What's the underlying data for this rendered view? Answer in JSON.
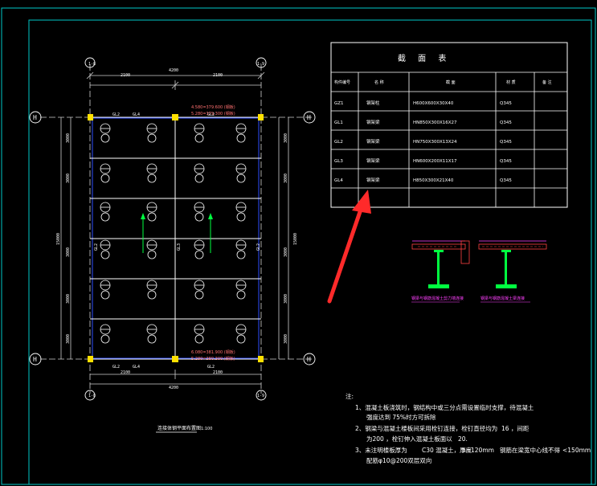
{
  "table": {
    "title": "截 面 表",
    "headers": [
      "构件编号",
      "名 称",
      "截 面",
      "材 质",
      "备 注"
    ],
    "rows": [
      {
        "id": "GZ1",
        "name": "钢架柱",
        "section": "H600X600X30X40",
        "material": "Q345",
        "note": ""
      },
      {
        "id": "GL1",
        "name": "钢架梁",
        "section": "HN850X300X16X27",
        "material": "Q345",
        "note": ""
      },
      {
        "id": "GL2",
        "name": "钢架梁",
        "section": "HN750X300X13X24",
        "material": "Q345",
        "note": ""
      },
      {
        "id": "GL3",
        "name": "钢架梁",
        "section": "HN600X200X11X17",
        "material": "Q345",
        "note": ""
      },
      {
        "id": "GL4",
        "name": "钢架梁",
        "section": "H850X300X21X40",
        "material": "Q345",
        "note": ""
      }
    ]
  },
  "plan": {
    "axis_numbers": {
      "top_left": "1-8",
      "top_right": "1-9",
      "bottom_left": "1-8",
      "bottom_right": "1-9",
      "side_left": "H",
      "side_right": "H",
      "side_left_bottom": "H",
      "side_right_bottom": "H"
    },
    "top_elevation_1": "4.580=379.600 (钢板)",
    "top_elevation_2": "5.280=379.300 (钢板)",
    "bottom_elevation_1": "6.080=381.900 (钢板)",
    "bottom_elevation_2": "5.280=380.300 (钢板)",
    "caption": "连接体钢平面布置图",
    "caption_scale": "1:100"
  },
  "details": {
    "left_caption": "钢梁与钢筋混凝土剪力墙连接",
    "right_caption": "钢梁与钢筋混凝土梁连接"
  },
  "notes": {
    "title": "注:",
    "lines": [
      "1、混凝土板浇筑时，钢结构中或三分点需设置临时支撑，待混凝土",
      "强度达到  75%时方可拆除",
      "2、钢梁与混凝土楼板间采用栓钉连接，栓钉直径均为",
      "16  ，间距",
      "为200  ，栓钉伸入混凝土板面以",
      "20.",
      "3、未注明楼板厚为",
      "C30 混凝土，厚度",
      "h=120mm",
      "钢筋在梁宽中心线不得",
      "<150mm",
      "配筋φ10@200双层双向"
    ]
  }
}
